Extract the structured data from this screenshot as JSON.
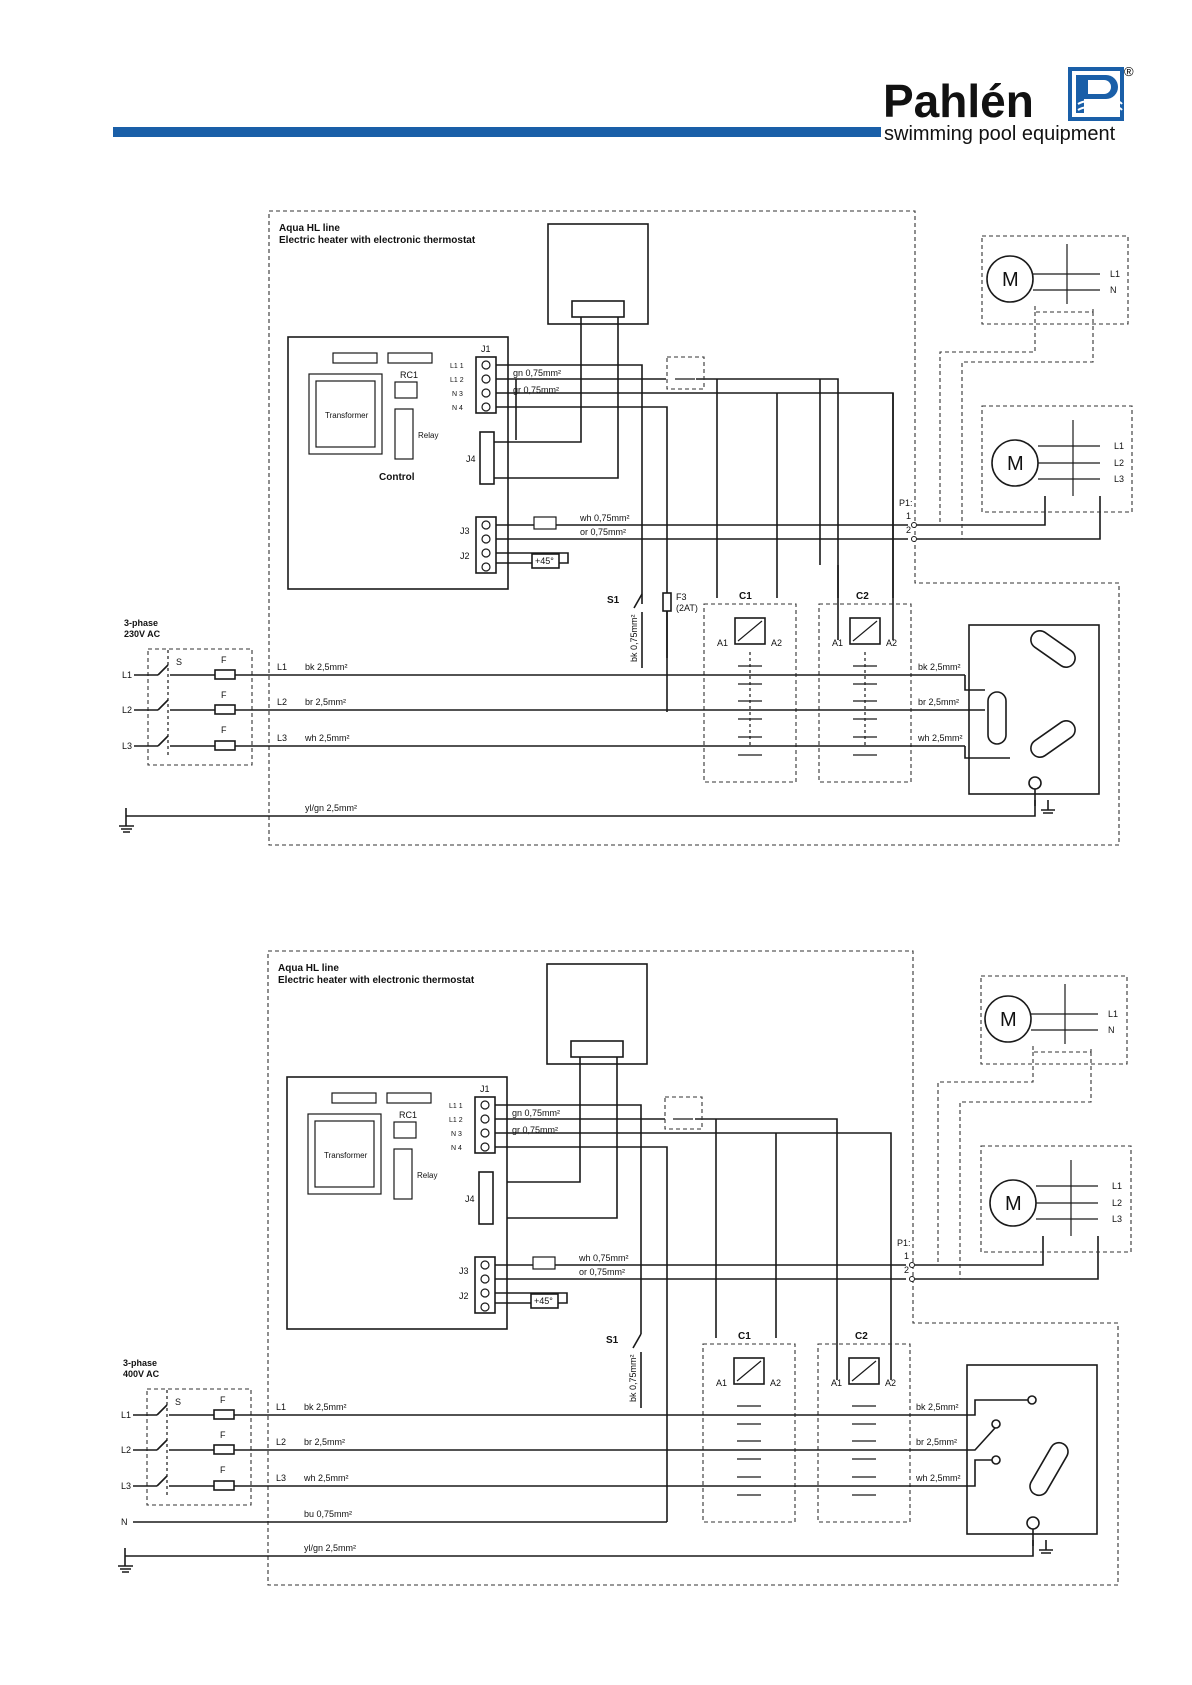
{
  "header": {
    "brand": "Pahlén",
    "registered": "®",
    "tagline": "swimming pool equipment",
    "bar_color": "#1a5fa8"
  },
  "common": {
    "title_line1": "Aqua HL line",
    "title_line2": "Electric heater with electronic thermostat",
    "transformer": "Transformer",
    "relay": "Relay",
    "rc1": "RC1",
    "control": "Control",
    "j1": "J1",
    "j2": "J2",
    "j3": "J3",
    "j4": "J4",
    "j1_pins": [
      "L1  1",
      "L1  2",
      "N  3",
      "N  4"
    ],
    "wire_gn": "gn  0,75mm²",
    "wire_gr": "gr  0,75mm²",
    "wire_wh_small": "wh  0,75mm²",
    "wire_or": "or  0,75mm²",
    "thermo": "+45°",
    "p1": "P1:",
    "p1_1": "1",
    "p1_2": "2",
    "s1": "S1",
    "f3": "F3",
    "f3_rating": "(2AT)",
    "bk_small": "bk  0,75mm²",
    "c1": "C1",
    "c2": "C2",
    "a1": "A1",
    "a2": "A2",
    "motor": "M",
    "m1_l1": "L1",
    "m1_n": "N",
    "m2_l1": "L1",
    "m2_l2": "L2",
    "m2_l3": "L3",
    "switch_s": "S",
    "fuse_f": "F",
    "in_l1": "L1",
    "in_l2": "L2",
    "in_l3": "L3",
    "in_n": "N",
    "wire_bk": "bk  2,5mm²",
    "wire_br": "br  2,5mm²",
    "wire_wh": "wh  2,5mm²",
    "wire_ylgn": "yl/gn  2,5mm²",
    "wire_bu": "bu  0,75mm²"
  },
  "diagrams": [
    {
      "supply_line1": "3-phase",
      "supply_line2": "230V AC"
    },
    {
      "supply_line1": "3-phase",
      "supply_line2": "400V AC"
    }
  ]
}
